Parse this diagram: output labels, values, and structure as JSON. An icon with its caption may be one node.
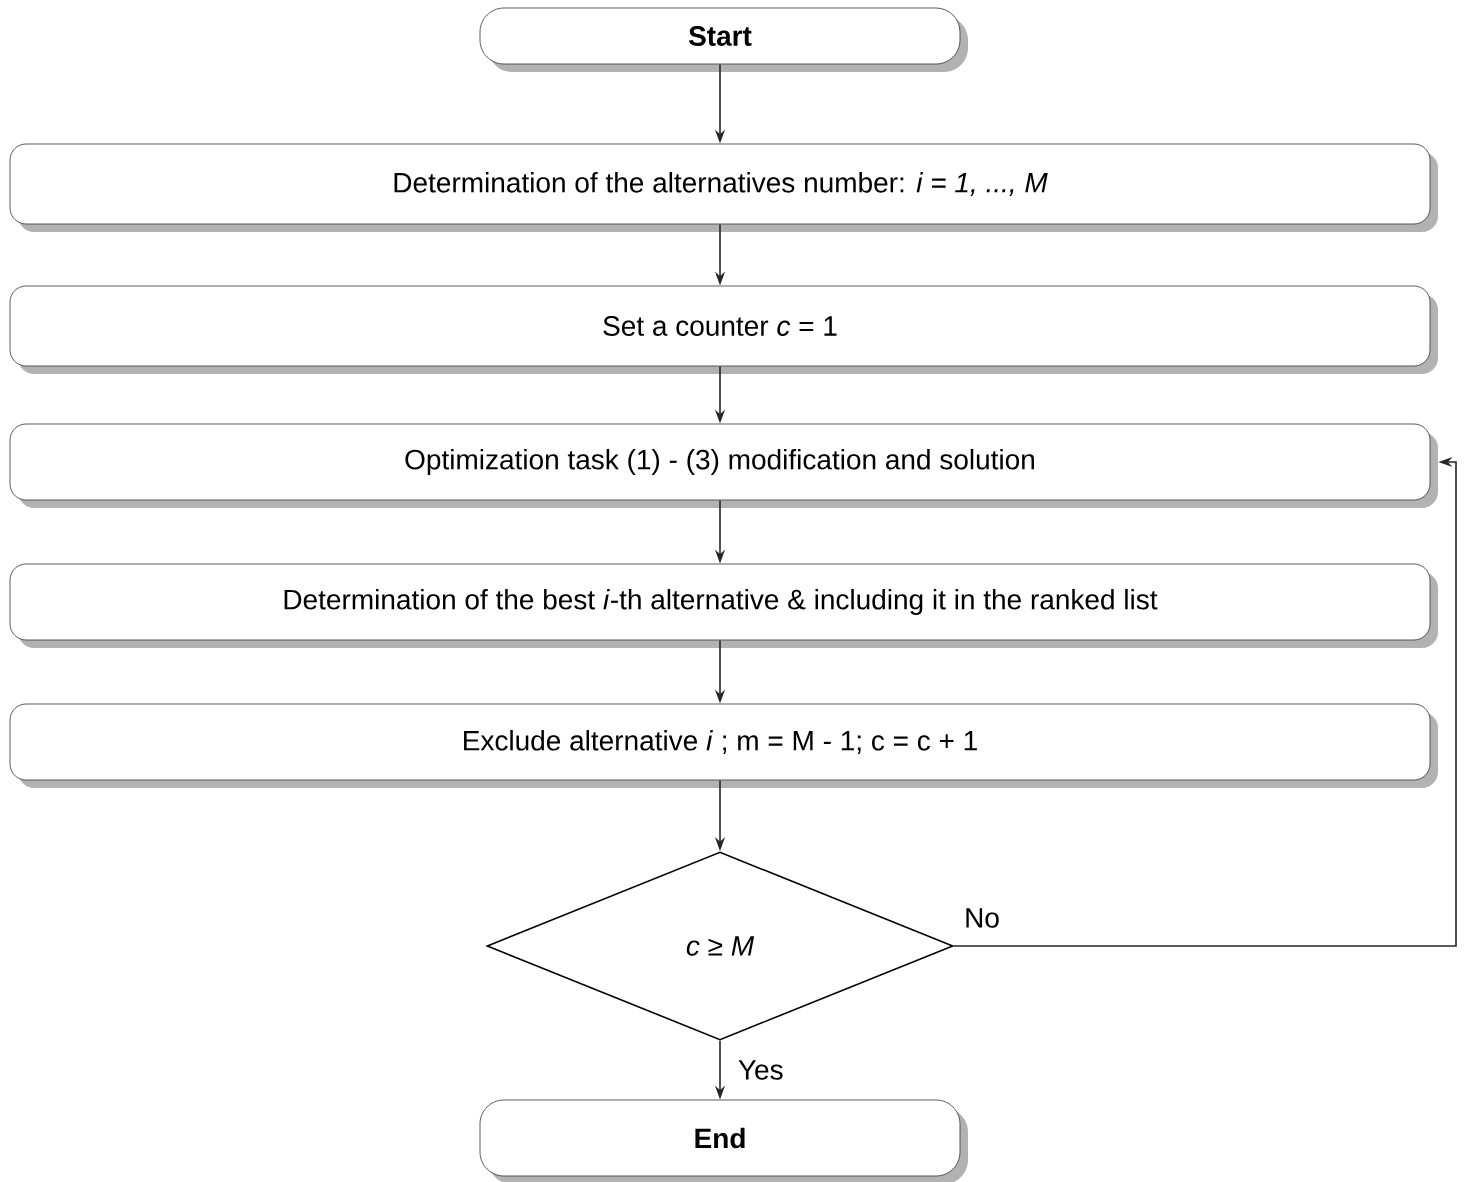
{
  "diagram": {
    "nodes": [
      {
        "text": [
          "Start"
        ]
      },
      {
        "text": [
          "Determination of the alternatives number: *i = 1, ..., M*"
        ]
      },
      {
        "text": [
          "Set a counter *c* = 1"
        ]
      },
      {
        "text": [
          "Optimization task (1) - (3) modification and solution"
        ]
      },
      {
        "text": [
          "Determination of the best *i*-th alternative & including it in the ranked list"
        ]
      },
      {
        "text": [
          "Exclude alternative *i* ; m = M - 1; c = c + 1"
        ]
      },
      {
        "text": [
          "c ≥ M"
        ]
      },
      {
        "text": [
          "End"
        ]
      }
    ],
    "edges": [
      {
        "from": 0,
        "to": 1,
        "arrow": "to"
      },
      {
        "from": 1,
        "to": 2,
        "arrow": "to"
      },
      {
        "from": 2,
        "to": 3,
        "arrow": "to"
      },
      {
        "from": 3,
        "to": 4,
        "arrow": "to"
      },
      {
        "from": 4,
        "to": 5,
        "arrow": "to"
      },
      {
        "from": 5,
        "to": 6,
        "arrow": "to"
      },
      {
        "from": 6,
        "to": 7,
        "arrow": "to",
        "label": "Yes"
      },
      {
        "from": 6,
        "to": 3,
        "arrow": "to",
        "label": "No"
      }
    ]
  }
}
